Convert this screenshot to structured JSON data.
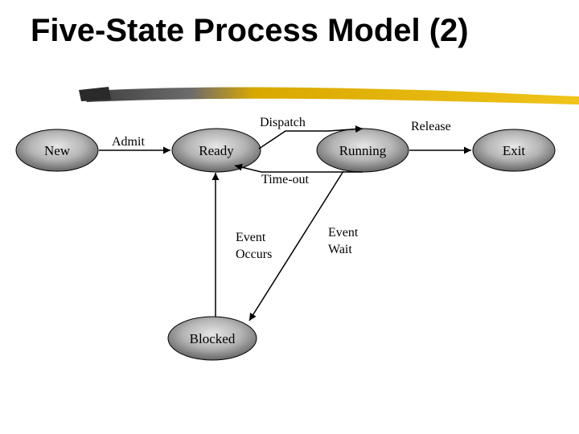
{
  "slide": {
    "title": "Five-State Process Model (2)"
  },
  "diagram": {
    "states": {
      "new": "New",
      "ready": "Ready",
      "running": "Running",
      "exit": "Exit",
      "blocked": "Blocked"
    },
    "transitions": {
      "admit": "Admit",
      "dispatch": "Dispatch",
      "release": "Release",
      "timeout": "Time-out",
      "event_occurs_line1": "Event",
      "event_occurs_line2": "Occurs",
      "event_wait_line1": "Event",
      "event_wait_line2": "Wait"
    }
  },
  "colors": {
    "state_fill_light": "#e6e6e6",
    "state_fill_dark": "#666666",
    "underline_accent": "#e0b400"
  }
}
